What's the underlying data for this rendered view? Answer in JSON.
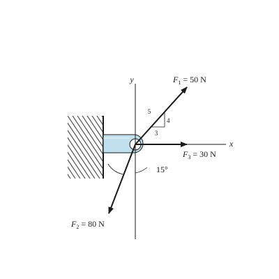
{
  "diagram": {
    "axes": {
      "x_label": "x",
      "y_label": "y"
    },
    "forces": [
      {
        "symbol": "F",
        "subscript": "1",
        "value_text": " = 50 N"
      },
      {
        "symbol": "F",
        "subscript": "2",
        "value_text": " = 80 N"
      },
      {
        "symbol": "F",
        "subscript": "3",
        "value_text": " = 30 N"
      }
    ],
    "slope_triangle": {
      "hyp": "5",
      "rise": "4",
      "run": "3"
    },
    "angle_label": "15°",
    "colors": {
      "bracket": "#bfe0ec",
      "ink": "#1a1a1a",
      "hatch": "#555555"
    }
  }
}
